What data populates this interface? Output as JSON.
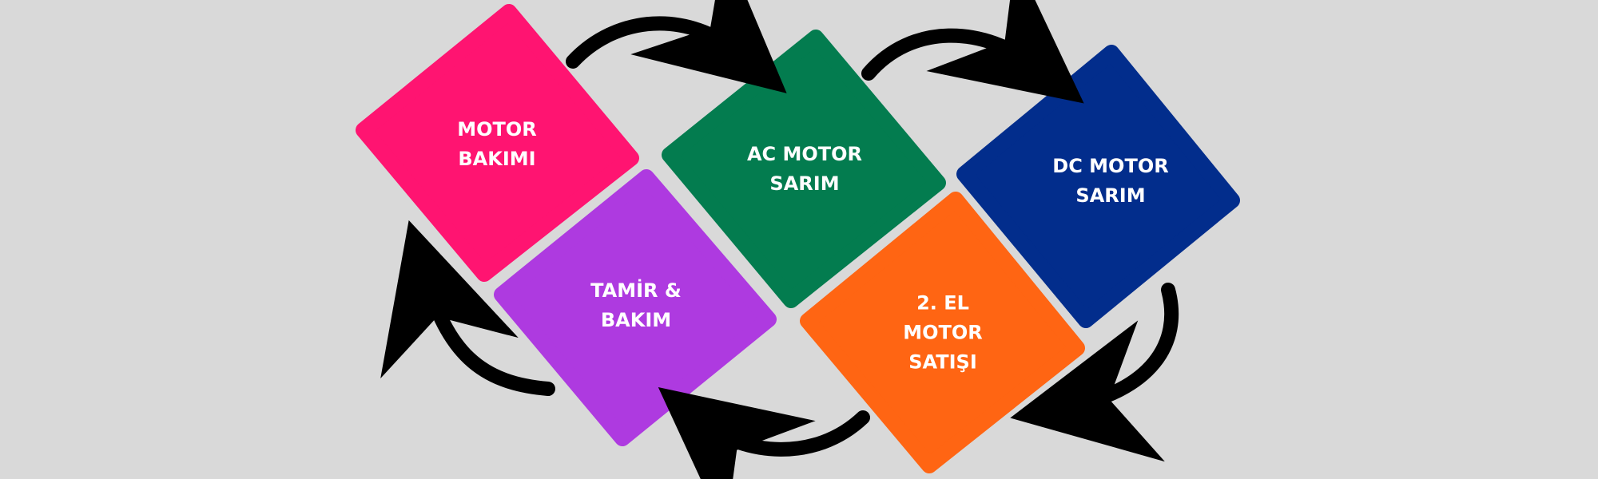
{
  "tiles": [
    {
      "id": "motor-bakimi",
      "lines": [
        "MOTOR",
        "BAKIMI"
      ],
      "color": "#ff1471"
    },
    {
      "id": "ac-motor-sarim",
      "lines": [
        "AC MOTOR",
        "SARIM"
      ],
      "color": "#037c4f"
    },
    {
      "id": "dc-motor-sarim",
      "lines": [
        "DC MOTOR",
        "SARIM"
      ],
      "color": "#022d8c"
    },
    {
      "id": "ikinci-el-motor-satisi",
      "lines": [
        "2. EL",
        "MOTOR",
        "SATIŞI"
      ],
      "color": "#ff6513"
    },
    {
      "id": "tamir-bakim",
      "lines": [
        "TAMİR &",
        "BAKIM"
      ],
      "color": "#ae3ae0"
    }
  ],
  "arrow_color": "#000000",
  "background": "#d9d9d9"
}
